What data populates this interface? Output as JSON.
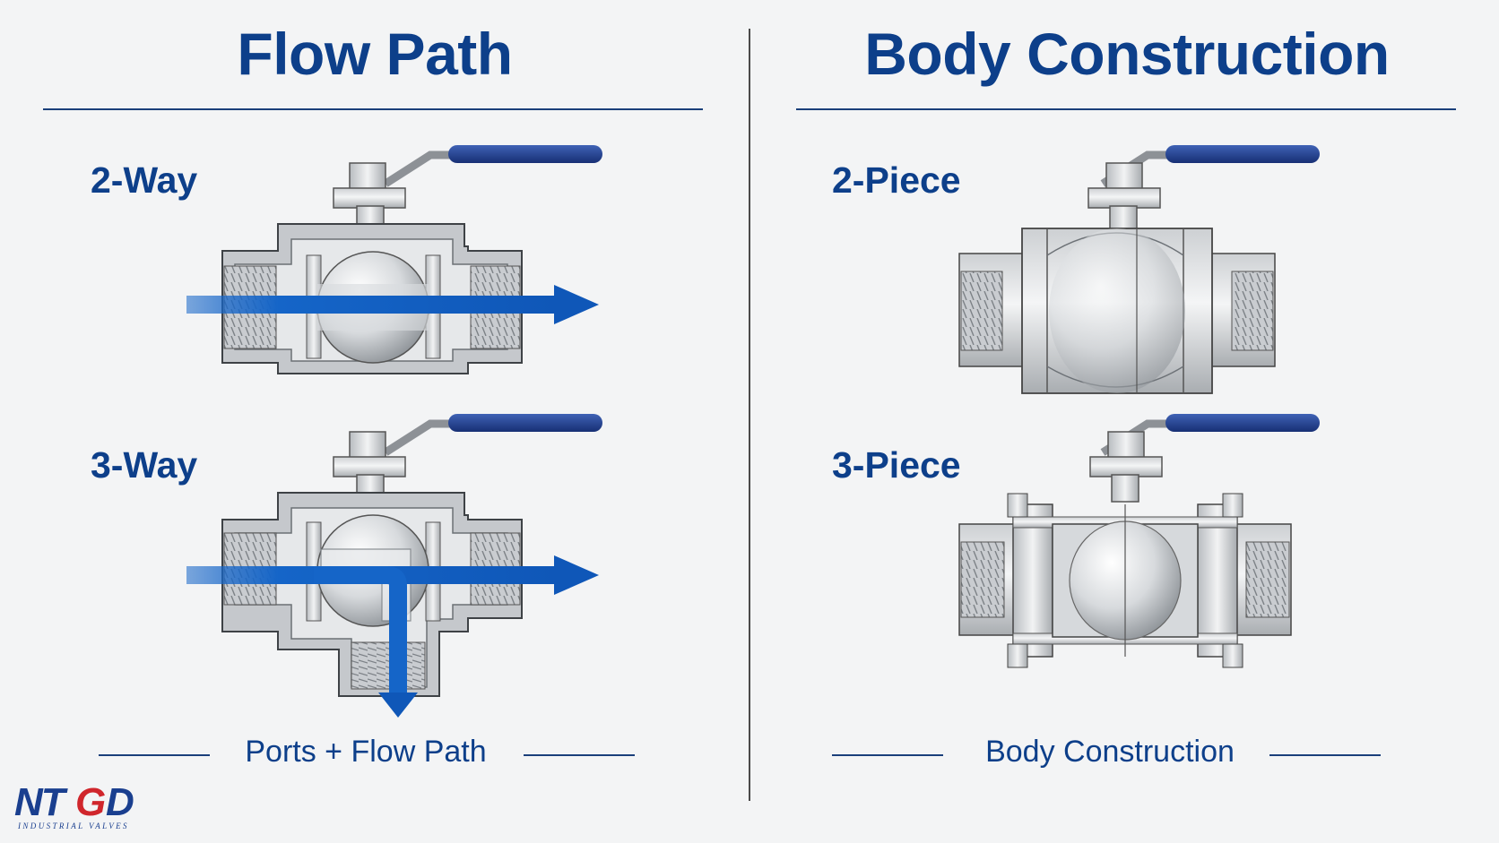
{
  "sections": {
    "left": {
      "title": "Flow Path",
      "items": [
        {
          "label": "2-Way"
        },
        {
          "label": "3-Way"
        }
      ],
      "caption": "Ports + Flow Path"
    },
    "right": {
      "title": "Body Construction",
      "items": [
        {
          "label": "2-Piece"
        },
        {
          "label": "3-Piece"
        }
      ],
      "caption": "Body Construction"
    }
  },
  "logo": {
    "name": "NTGD",
    "subtitle": "INDUSTRIAL VALVES"
  },
  "colors": {
    "heading": "#0d3f8a",
    "flow_arrow": "#1565c8",
    "handle": "#1f3f8f",
    "logo_red": "#d0262c"
  }
}
